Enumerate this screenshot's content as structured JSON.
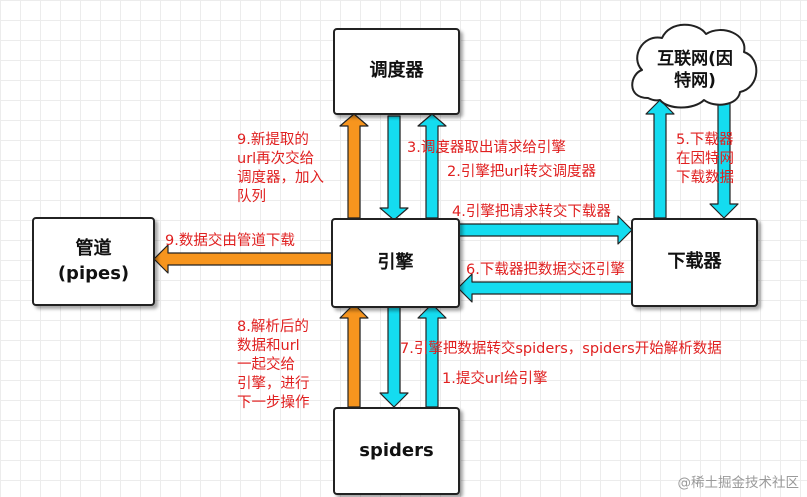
{
  "nodes": {
    "scheduler": "调度器",
    "internet_line1": "互联网(因",
    "internet_line2": "特网)",
    "pipeline_line1": "管道",
    "pipeline_line2": "(pipes)",
    "engine": "引擎",
    "downloader": "下载器",
    "spiders": "spiders"
  },
  "labels": {
    "step9_requeue": [
      "9.新提取的",
      "url再次交给",
      "调度器，加入",
      "队列"
    ],
    "step3": "3.调度器取出请求给引擎",
    "step2": "2.引擎把url转交调度器",
    "step5": [
      "5.下载器",
      "在因特网",
      "下载数据"
    ],
    "step4": "4.引擎把请求转交下载器",
    "step9_pipeline": "9.数据交由管道下载",
    "step6": "6.下载器把数据交还引擎",
    "step8": [
      "8.解析后的",
      "数据和url",
      "一起交给",
      "引擎，进行",
      "下一步操作"
    ],
    "step7": "7.引擎把数据转交spiders，spiders开始解析数据",
    "step1": "1.提交url给引擎"
  },
  "watermark": "@稀土掘金技术社区",
  "colors": {
    "cyan": "#14dcf0",
    "orange": "#f7951e",
    "label_red": "#e02020"
  }
}
